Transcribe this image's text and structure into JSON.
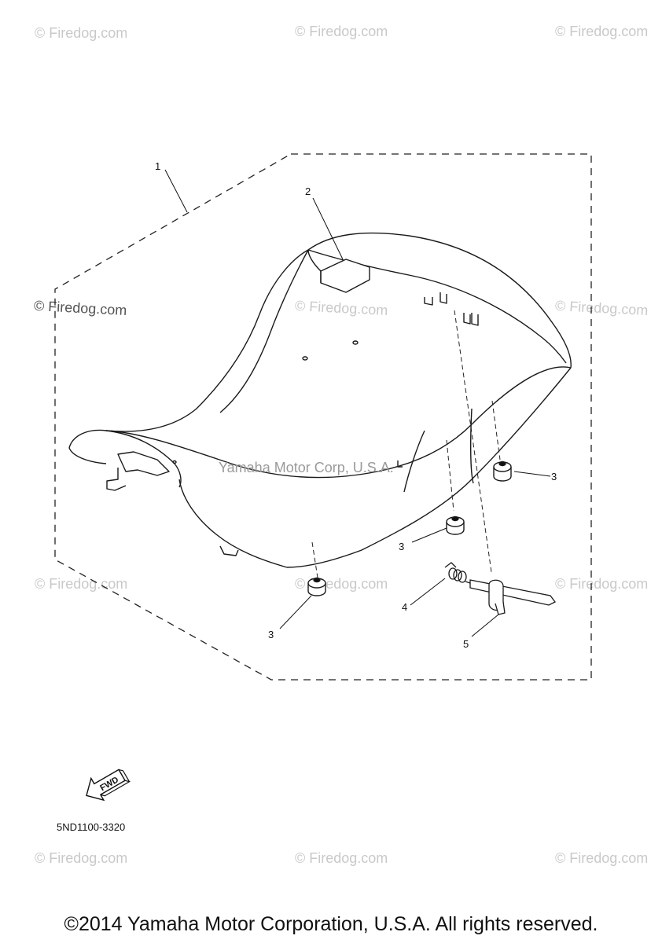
{
  "watermark": {
    "text": "© Firedog.com"
  },
  "diagram": {
    "center_watermark": "Yamaha Motor Corp, U.S.A.",
    "callouts": [
      "1",
      "2",
      "3",
      "3",
      "3",
      "4",
      "5"
    ],
    "fwd_label": "FWD"
  },
  "part_number": "5ND1100-3320",
  "copyright": "©2014 Yamaha Motor Corporation, U.S.A. All rights reserved."
}
